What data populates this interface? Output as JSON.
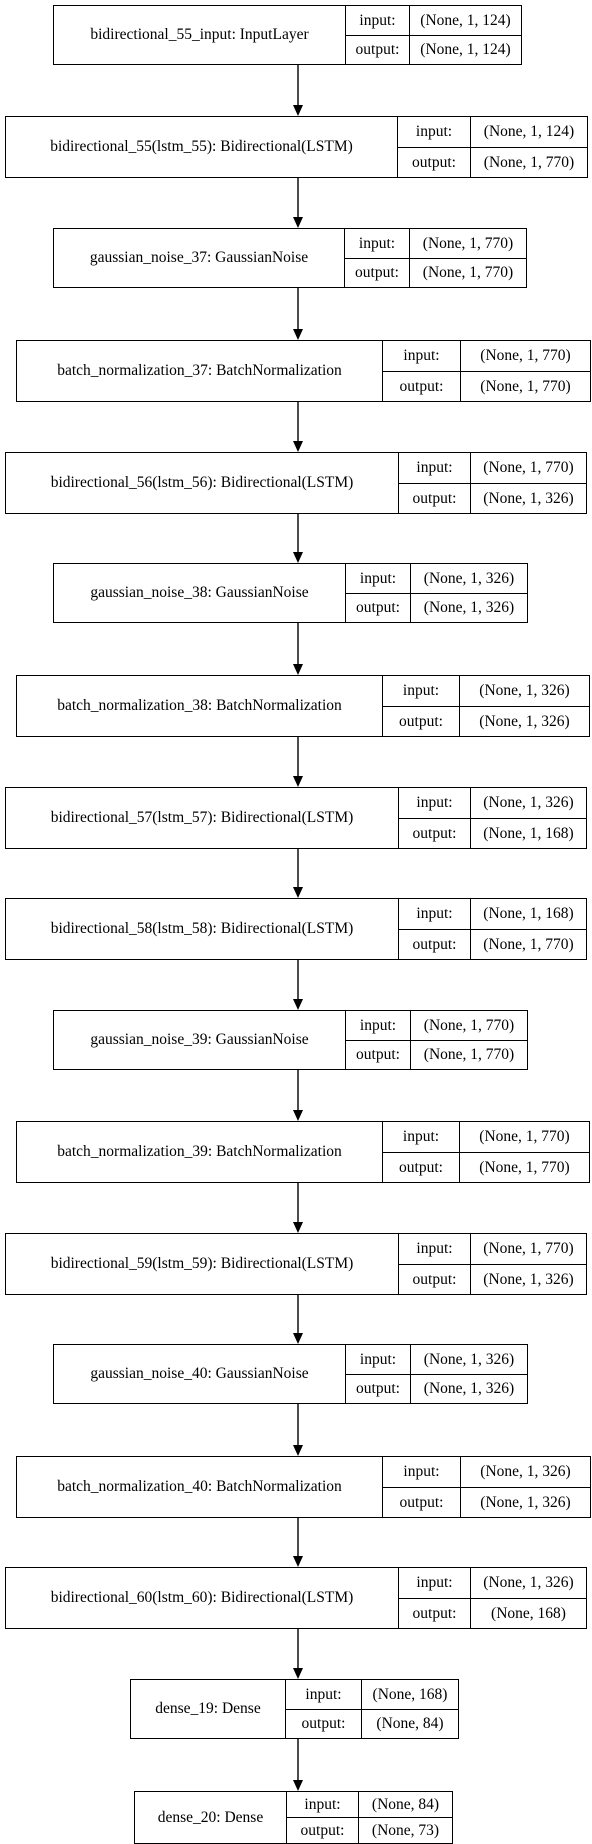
{
  "port_labels": {
    "input": "input:",
    "output": "output:"
  },
  "nodes": [
    {
      "name": "bidirectional_55_input: InputLayer",
      "input": "(None, 1, 124)",
      "output": "(None, 1, 124)"
    },
    {
      "name": "bidirectional_55(lstm_55): Bidirectional(LSTM)",
      "input": "(None, 1, 124)",
      "output": "(None, 1, 770)"
    },
    {
      "name": "gaussian_noise_37: GaussianNoise",
      "input": "(None, 1, 770)",
      "output": "(None, 1, 770)"
    },
    {
      "name": "batch_normalization_37: BatchNormalization",
      "input": "(None, 1, 770)",
      "output": "(None, 1, 770)"
    },
    {
      "name": "bidirectional_56(lstm_56): Bidirectional(LSTM)",
      "input": "(None, 1, 770)",
      "output": "(None, 1, 326)"
    },
    {
      "name": "gaussian_noise_38: GaussianNoise",
      "input": "(None, 1, 326)",
      "output": "(None, 1, 326)"
    },
    {
      "name": "batch_normalization_38: BatchNormalization",
      "input": "(None, 1, 326)",
      "output": "(None, 1, 326)"
    },
    {
      "name": "bidirectional_57(lstm_57): Bidirectional(LSTM)",
      "input": "(None, 1, 326)",
      "output": "(None, 1, 168)"
    },
    {
      "name": "bidirectional_58(lstm_58): Bidirectional(LSTM)",
      "input": "(None, 1, 168)",
      "output": "(None, 1, 770)"
    },
    {
      "name": "gaussian_noise_39: GaussianNoise",
      "input": "(None, 1, 770)",
      "output": "(None, 1, 770)"
    },
    {
      "name": "batch_normalization_39: BatchNormalization",
      "input": "(None, 1, 770)",
      "output": "(None, 1, 770)"
    },
    {
      "name": "bidirectional_59(lstm_59): Bidirectional(LSTM)",
      "input": "(None, 1, 770)",
      "output": "(None, 1, 326)"
    },
    {
      "name": "gaussian_noise_40: GaussianNoise",
      "input": "(None, 1, 326)",
      "output": "(None, 1, 326)"
    },
    {
      "name": "batch_normalization_40: BatchNormalization",
      "input": "(None, 1, 326)",
      "output": "(None, 1, 326)"
    },
    {
      "name": "bidirectional_60(lstm_60): Bidirectional(LSTM)",
      "input": "(None, 1, 326)",
      "output": "(None, 168)"
    },
    {
      "name": "dense_19: Dense",
      "input": "(None, 168)",
      "output": "(None, 84)"
    },
    {
      "name": "dense_20: Dense",
      "input": "(None, 84)",
      "output": "(None, 73)"
    }
  ]
}
